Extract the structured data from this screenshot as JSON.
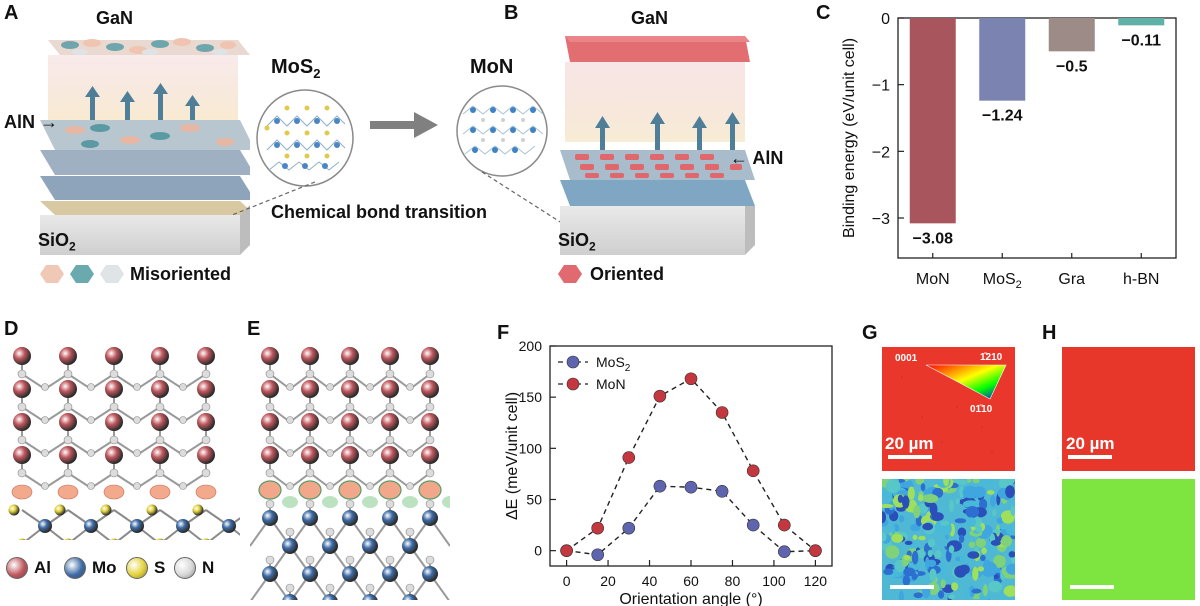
{
  "panels": {
    "A": {
      "label": "A",
      "top": "GaN",
      "aln": "AlN",
      "substrate": "SiO",
      "substrate_sub": "2",
      "legend": "Misoriented",
      "inset": "MoS",
      "inset_sub": "2"
    },
    "transition": "Chemical bond transition",
    "B": {
      "label": "B",
      "top": "GaN",
      "aln": "AlN",
      "substrate": "SiO",
      "substrate_sub": "2",
      "legend": "Oriented",
      "inset": "MoN"
    },
    "C": {
      "label": "C"
    },
    "D": {
      "label": "D"
    },
    "E": {
      "label": "E"
    },
    "F": {
      "label": "F"
    },
    "G": {
      "label": "G",
      "scale": "20 µm",
      "ipf_0001": "0001",
      "ipf_1210": "1̄210",
      "ipf_0110": "01̄10"
    },
    "H": {
      "label": "H",
      "scale": "20 µm"
    },
    "atoms_legend": [
      {
        "name": "Al",
        "color": "#c0585e"
      },
      {
        "name": "Mo",
        "color": "#3e6ca6"
      },
      {
        "name": "S",
        "color": "#e3d23a"
      },
      {
        "name": "N",
        "color": "#d8d8d8"
      }
    ]
  },
  "chart_data": [
    {
      "type": "bar",
      "ylabel": "Binding energy (eV/unit cell)",
      "categories": [
        "MoN",
        "MoS2",
        "Gra",
        "h-BN"
      ],
      "category_labels": [
        {
          "main": "MoN",
          "sub": ""
        },
        {
          "main": "MoS",
          "sub": "2"
        },
        {
          "main": "Gra",
          "sub": ""
        },
        {
          "main": "h-BN",
          "sub": ""
        }
      ],
      "values": [
        -3.08,
        -1.24,
        -0.5,
        -0.11
      ],
      "value_labels": [
        "−3.08",
        "−1.24",
        "−0.5",
        "−0.11"
      ],
      "colors": [
        "#a8555d",
        "#7b83b0",
        "#9c8b86",
        "#5fb0a6"
      ],
      "ylim": [
        -3.6,
        0
      ],
      "yticks": [
        0,
        -1,
        -2,
        -3
      ],
      "ytick_labels": [
        "0",
        "−1",
        "−2",
        "−3"
      ]
    },
    {
      "type": "line",
      "ylabel": "ΔE (meV/unit cell)",
      "xlabel": "Orientation angle (°)",
      "xlim": [
        -8,
        128
      ],
      "ylim": [
        -15,
        200
      ],
      "xticks": [
        0,
        20,
        40,
        60,
        80,
        100,
        120
      ],
      "yticks": [
        0,
        50,
        100,
        150,
        200
      ],
      "series": [
        {
          "name": "MoS2",
          "legend_main": "MoS",
          "legend_sub": "2",
          "color": "#5e64ad",
          "x": [
            0,
            15,
            30,
            45,
            60,
            75,
            90,
            105,
            120
          ],
          "y": [
            0,
            -4,
            22,
            63,
            62,
            58,
            25,
            -1,
            0
          ]
        },
        {
          "name": "MoN",
          "legend_main": "MoN",
          "legend_sub": "",
          "color": "#c4373f",
          "x": [
            0,
            15,
            30,
            45,
            60,
            75,
            90,
            105,
            120
          ],
          "y": [
            0,
            22,
            91,
            151,
            168,
            135,
            78,
            25,
            0
          ]
        }
      ]
    }
  ]
}
